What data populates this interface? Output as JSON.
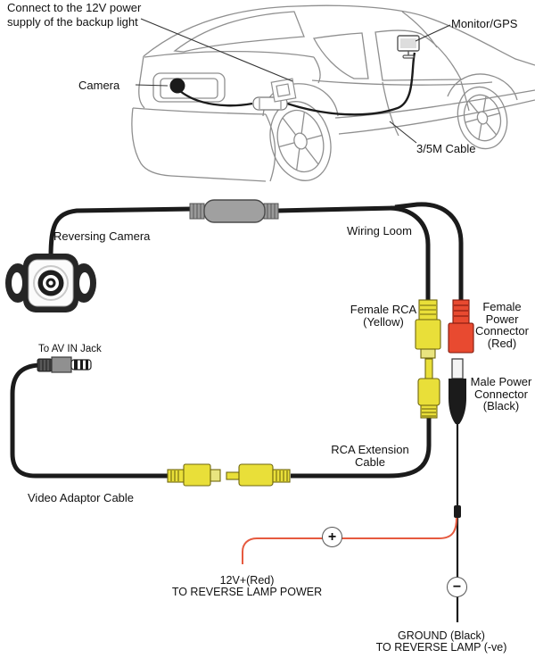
{
  "title": "Reversing camera installation wiring diagram",
  "colors": {
    "rca_yellow": "#e9df39",
    "rca_yellow_tip": "#e9e47f",
    "power_red": "#e84a30",
    "red_wire": "#e65a3f",
    "cable_black": "#1b1b1b",
    "loom_gray": "#a0a0a0",
    "car_line_gray": "#8f8f8f"
  },
  "car_illustration": {
    "labels": {
      "connect_power_1": "Connect to the 12V power",
      "connect_power_2": "supply of the backup light",
      "camera": "Camera",
      "monitor_gps": "Monitor/GPS",
      "cable_35m": "3/5M Cable"
    },
    "icons": {
      "camera_dot": "camera-mounting-point",
      "monitor": "dashboard-monitor",
      "backup_light_plate": "backup-light-connection"
    }
  },
  "wiring_diagram": {
    "labels": {
      "reversing_camera": "Reversing Camera",
      "wiring_loom": "Wiring Loom",
      "female_rca_1": "Female RCA",
      "female_rca_2": "(Yellow)",
      "female_power_1": "Female",
      "female_power_2": "Power",
      "female_power_3": "Connector",
      "female_power_4": "(Red)",
      "male_power_1": "Male Power",
      "male_power_2": "Connector",
      "male_power_3": "(Black)",
      "av_jack": "To AV IN Jack",
      "rca_ext_1": "RCA Extension",
      "rca_ext_2": "Cable",
      "video_adaptor": "Video Adaptor Cable",
      "power_line_1": "12V+(Red)",
      "power_line_2": "TO REVERSE LAMP POWER",
      "ground_line_1": "GROUND (Black)",
      "ground_line_2": "TO REVERSE LAMP (-ve)"
    },
    "symbols": {
      "positive": "+",
      "negative": "−"
    }
  }
}
